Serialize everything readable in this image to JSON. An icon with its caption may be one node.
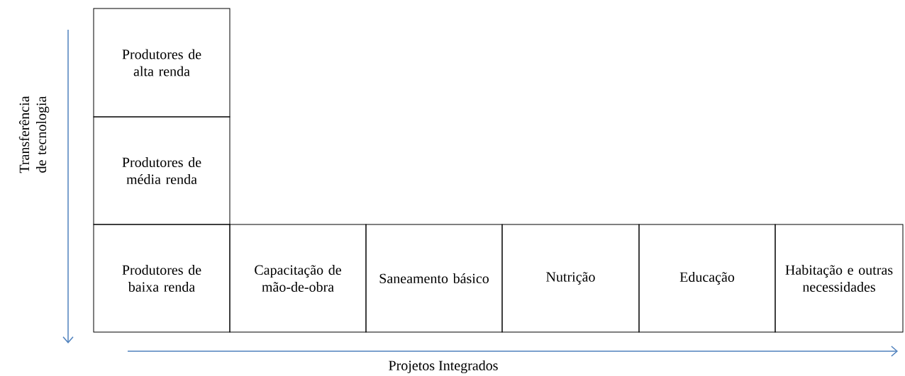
{
  "diagram": {
    "nodes": [
      {
        "text": [
          "Produtores de alta renda"
        ]
      },
      {
        "text": [
          "Produtores de média renda"
        ]
      },
      {
        "text": [
          "Produtores de baixa renda"
        ]
      },
      {
        "text": [
          "Capacitação de mão-de-obra"
        ]
      },
      {
        "text": [
          "Saneamento básico"
        ]
      },
      {
        "text": [
          "Nutrição"
        ]
      },
      {
        "text": [
          "Educação"
        ]
      },
      {
        "text": [
          "Habitação e outras necessidades"
        ]
      }
    ],
    "labels": [
      "Transferência de tecnologia",
      "Projetos Integrados"
    ]
  }
}
